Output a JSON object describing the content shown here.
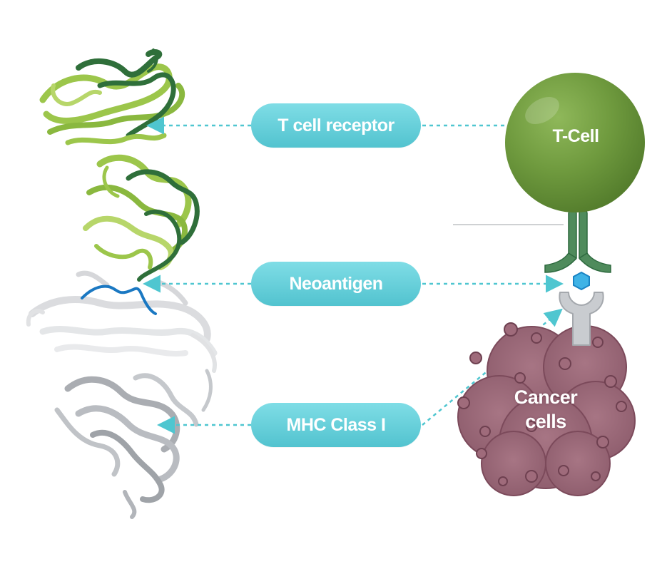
{
  "labels": {
    "tcr": "T cell receptor",
    "neoantigen": "Neoantigen",
    "mhc": "MHC Class I"
  },
  "cells": {
    "tcell": "T-Cell",
    "cancer_line1": "Cancer",
    "cancer_line2": "cells"
  },
  "colors": {
    "pill": "#5ccad5",
    "connector": "#4fc6d0",
    "tcell": "#6f9a3e",
    "tcr_dark": "#2f6f3a",
    "tcr_light": "#9cc64b",
    "cancer": "#9c6a7a",
    "mhc": "#b9bcc1",
    "neoantigen": "#1a78c2"
  },
  "icons": [
    "tcr-protein-structure-icon",
    "mhc-protein-structure-icon",
    "neoantigen-hexagon-icon"
  ]
}
